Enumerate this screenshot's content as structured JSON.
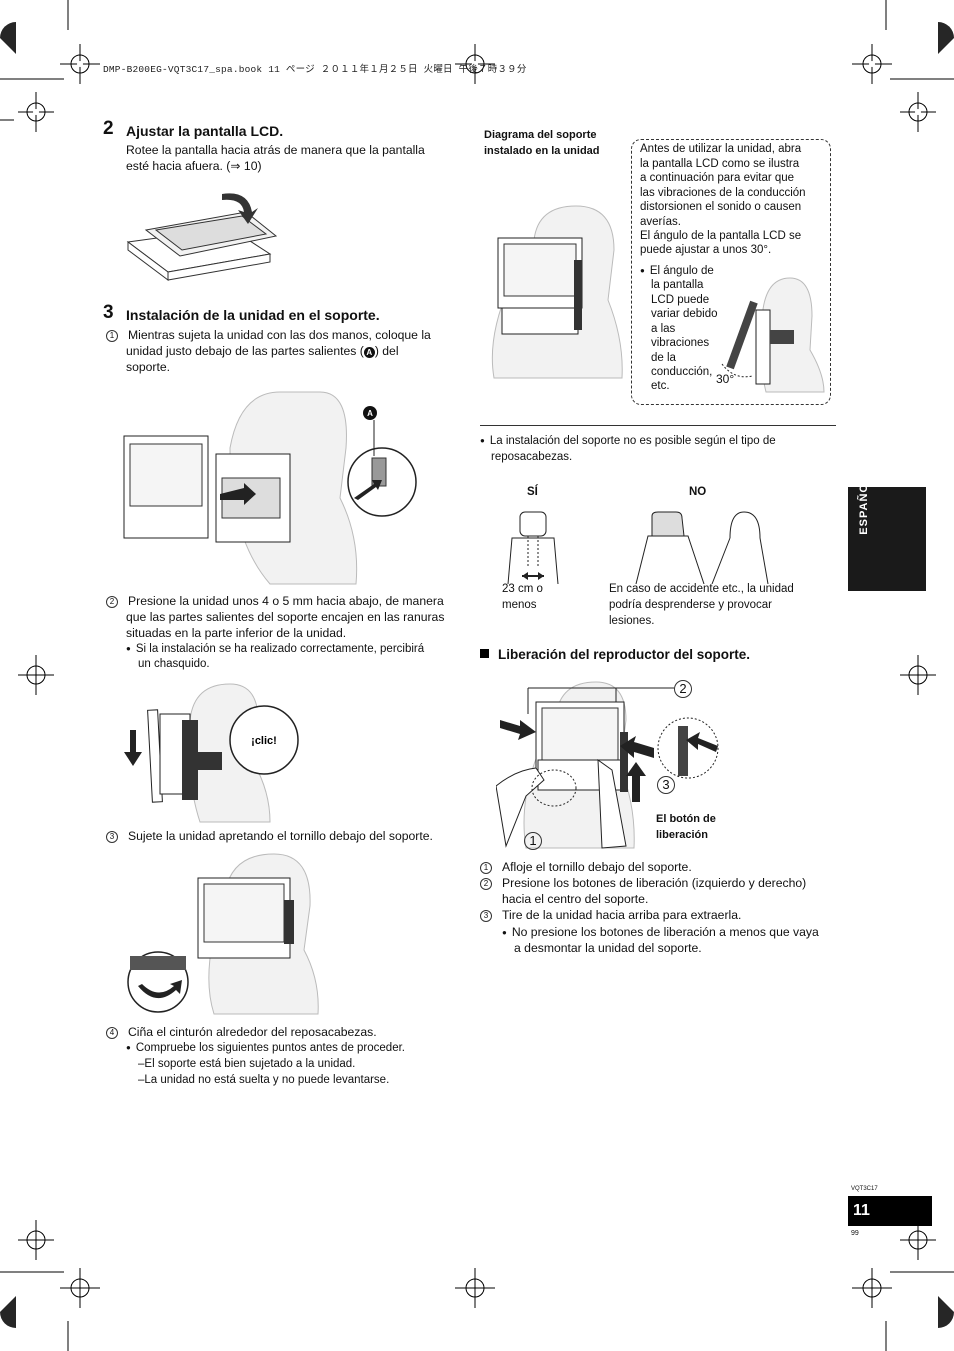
{
  "header": {
    "file_line": "DMP-B200EG-VQT3C17_spa.book  11 ページ  ２０１１年１月２５日  火曜日  午後７時３９分"
  },
  "left": {
    "step2": {
      "num": "2",
      "title": "Ajustar la pantalla LCD.",
      "text1": "Rotee la pantalla hacia atrás de manera que la pantalla",
      "text2": "esté hacia afuera. (⇒ 10)"
    },
    "step3": {
      "num": "3",
      "title": "Instalación de la unidad en el soporte.",
      "i1_num": "1",
      "i1_l1": "Mientras sujeta la unidad con las dos manos, coloque la",
      "i1_l2a": "unidad justo debajo de las partes salientes (",
      "i1_l2b": ") del",
      "i1_l3": "soporte.",
      "marker_a": "A",
      "i2_num": "2",
      "i2_l1": "Presione la unidad unos 4 o 5 mm hacia abajo, de manera",
      "i2_l2": "que las partes salientes del soporte encajen en las ranuras",
      "i2_l3": "situadas en la parte inferior de la unidad.",
      "i2_b1": "Si la instalación se ha realizado correctamente, percibirá",
      "i2_b2": "un chasquido.",
      "clic": "¡clic!",
      "i3_num": "3",
      "i3_l1": "Sujete la unidad apretando el tornillo debajo del soporte.",
      "i4_num": "4",
      "i4_l1": "Ciña el cinturón alrededor del reposacabezas.",
      "i4_b1": "Compruebe los siguientes puntos antes de proceder.",
      "i4_d1": "–El soporte está bien sujetado a la unidad.",
      "i4_d2": "–La unidad no está suelta y no puede levantarse."
    }
  },
  "right": {
    "diagram_title1": "Diagrama del soporte",
    "diagram_title2": "instalado en la unidad",
    "box": {
      "l1": "Antes de utilizar la unidad, abra",
      "l2": "la pantalla LCD como se ilustra",
      "l3": "a continuación para evitar que",
      "l4": "las vibraciones de la conducción",
      "l5": "distorsionen el sonido o causen",
      "l6": "averías.",
      "l7": "El ángulo de la pantalla LCD se",
      "l8": "puede ajustar a unos 30°.",
      "b1": "El ángulo de",
      "b2": "la pantalla",
      "b3": "LCD puede",
      "b4": "variar debido",
      "b5": "a las",
      "b6": "vibraciones",
      "b7": "de la",
      "b8": "conducción,",
      "b9": "etc.",
      "angle": "30°"
    },
    "note_l1": "La instalación del soporte no es posible según el tipo de",
    "note_l2": "reposacabezas.",
    "si": "SÍ",
    "no": "NO",
    "dist1": "23 cm o",
    "dist2": "menos",
    "warn1": "En caso de accidente etc., la unidad",
    "warn2": "podría desprenderse y provocar",
    "warn3": "lesiones.",
    "release_title": "Liberación del reproductor del soporte.",
    "callout1": "1",
    "callout2": "2",
    "callout3": "3",
    "btn1": "El botón de",
    "btn2": "liberación",
    "r1_num": "1",
    "r1": "Afloje el tornillo debajo del soporte.",
    "r2_num": "2",
    "r2_l1": "Presione los botones de liberación (izquierdo y derecho)",
    "r2_l2": "hacia el centro del soporte.",
    "r3_num": "3",
    "r3": "Tire de la unidad hacia arriba para extraerla.",
    "r3_b1": "No presione los botones de liberación a menos que vaya",
    "r3_b2": "a desmontar la unidad del soporte."
  },
  "side_tab": "ESPAÑOL",
  "footer": {
    "code": "VQT3C17",
    "page": "11",
    "num": "99"
  }
}
